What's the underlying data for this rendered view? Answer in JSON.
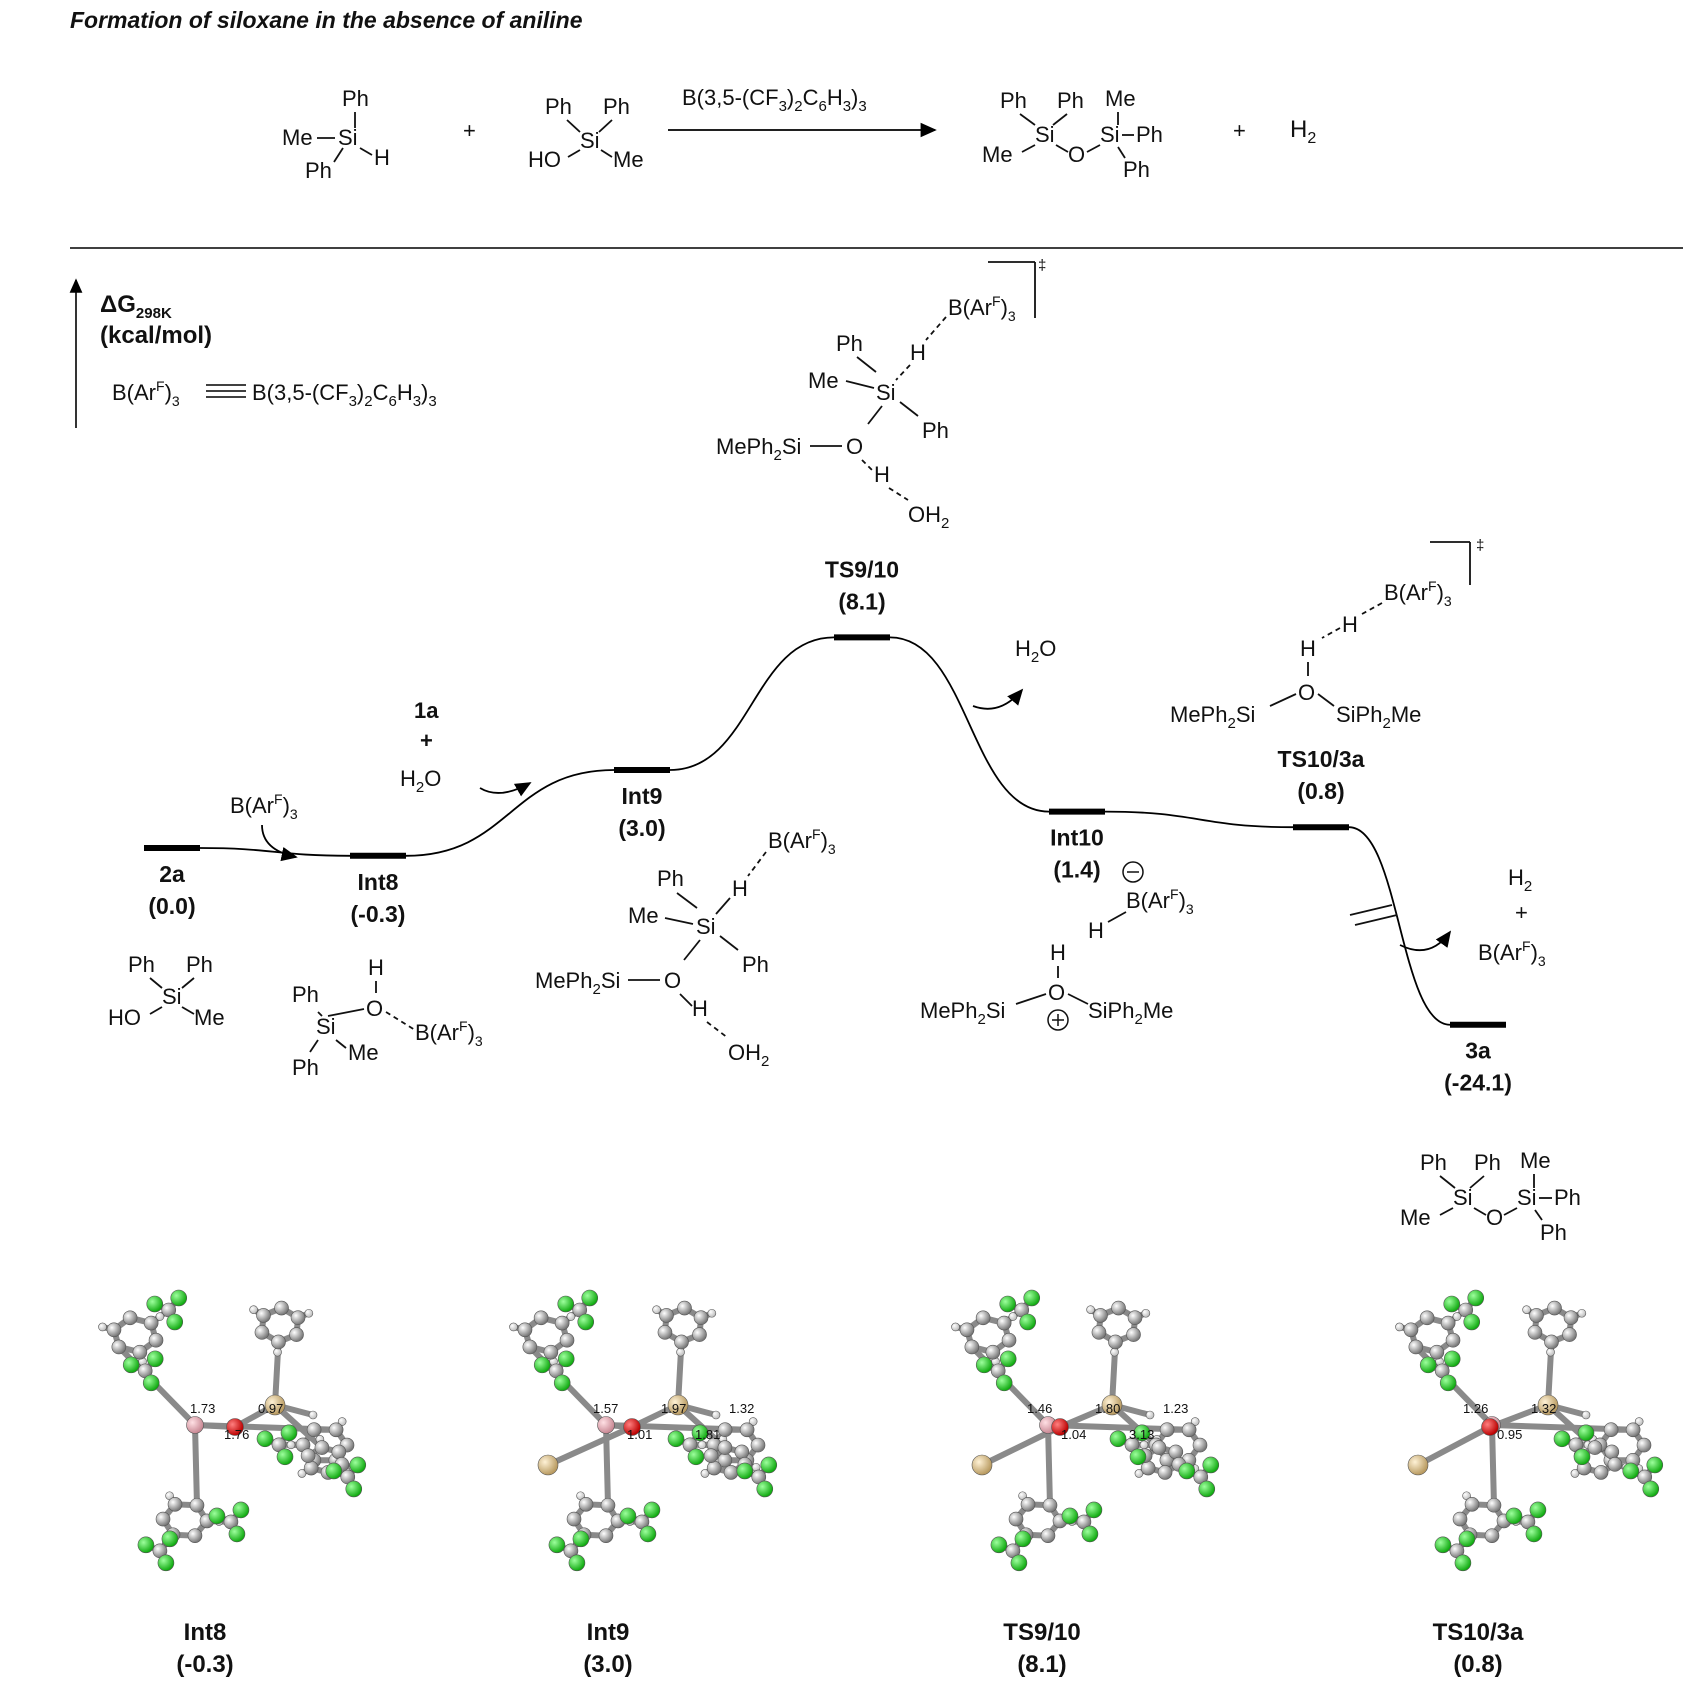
{
  "heading": "Formation of siloxane in the absence of aniline",
  "reaction": {
    "catalyst": "B(3,5-(CF3)2C6H3)3",
    "plus": "+",
    "h2": "H2",
    "silane_label": "Me–Si(Ph)2–H",
    "silanol_label": "Ph2MeSi–OH",
    "siloxane_label": "Ph2MeSi–O–SiPh2Me"
  },
  "axis": {
    "label": "ΔG298K",
    "unit": "(kcal/mol)",
    "abbrev_left": "B(ArF)3",
    "abbrev_right": "B(3,5-(CF3)2C6H3)3"
  },
  "chart_data": {
    "type": "energy-profile",
    "ylabel": "ΔG298K (kcal/mol)",
    "points": [
      {
        "name": "2a",
        "energy": 0.0,
        "label": "(0.0)"
      },
      {
        "name": "Int8",
        "energy": -0.3,
        "label": "(-0.3)"
      },
      {
        "name": "Int9",
        "energy": 3.0,
        "label": "(3.0)"
      },
      {
        "name": "TS9/10",
        "energy": 8.1,
        "label": "(8.1)"
      },
      {
        "name": "Int10",
        "energy": 1.4,
        "label": "(1.4)"
      },
      {
        "name": "TS10/3a",
        "energy": 0.8,
        "label": "(0.8)"
      },
      {
        "name": "3a",
        "energy": -24.1,
        "label": "(-24.1)"
      }
    ]
  },
  "annotations": {
    "barf": "B(ArF)3",
    "one_a": "1a",
    "plus": "+",
    "water": "H2O",
    "h2_release": "H2"
  },
  "structures": {
    "s2a": "Ph2MeSi–OH",
    "int8": "Ph2MeSi–O(H)···B(ArF)3",
    "int9": "MePh2Si–O(H···OH2)···Si(Ph)(Me)–H···B(ArF)3",
    "ts910": "MePh2Si–O(H···OH2)–Si(Ph)(Me)–H···B(ArF)3",
    "int10": "H–B(ArF)3⁻  MePh2Si–O⁺(H)–SiPh2Me",
    "ts103a": "MePh2Si–O(H···H···B(ArF)3)–SiPh2Me",
    "product": "Ph2MeSi–O–SiPh2Me"
  },
  "models": [
    {
      "name": "Int8",
      "energy": "(-0.3)",
      "distances": [
        "1.73",
        "1.76",
        "0.97"
      ]
    },
    {
      "name": "Int9",
      "energy": "(3.0)",
      "distances": [
        "1.57",
        "1.01",
        "1.97",
        "1.81",
        "1.32"
      ]
    },
    {
      "name": "TS9/10",
      "energy": "(8.1)",
      "distances": [
        "1.46",
        "1.04",
        "1.80",
        "3.13",
        "1.23"
      ]
    },
    {
      "name": "TS10/3a",
      "energy": "(0.8)",
      "distances": [
        "1.26",
        "0.95",
        "1.32"
      ]
    }
  ],
  "colors": {
    "fluorine": "#22cc22",
    "carbon": "#9a9a9a",
    "oxygen": "#dd0000",
    "silicon": "#d8c090",
    "boron": "#e8a8b0",
    "hydrogen": "#f4f4f4"
  }
}
